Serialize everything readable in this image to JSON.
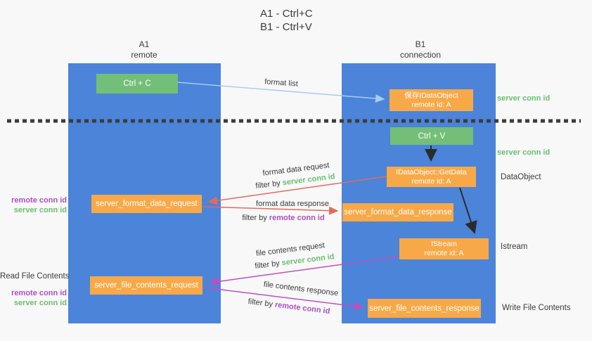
{
  "title": {
    "line1": "A1 - Ctrl+C",
    "line2": "B1 - Ctrl+V"
  },
  "lifelines": {
    "left": {
      "id": "A1",
      "label": "remote"
    },
    "right": {
      "id": "B1",
      "label": "connection"
    }
  },
  "nodes": {
    "ctrl_c": {
      "label": "Ctrl + C"
    },
    "ctrl_v": {
      "label": "Ctrl + V"
    },
    "save_dataobject": {
      "line1": "保存IDataObject",
      "line2": "remote id: A"
    },
    "getdata": {
      "line1": "IDataObject::GetData",
      "line2": "remote id: A"
    },
    "istream": {
      "line1": "IStream",
      "line2": "remote id: A"
    },
    "server_format_data_request": {
      "label": "server_format_data_request"
    },
    "server_format_data_response": {
      "label": "server_format_data_response"
    },
    "server_file_contents_request": {
      "label": "server_file_contents_request"
    },
    "server_file_contents_response": {
      "label": "server_file_contents_response"
    }
  },
  "flow_labels": {
    "format_list": "format list",
    "format_data_request": "format data request",
    "format_data_request_filter": {
      "prefix": "filter by ",
      "highlight": "server conn id"
    },
    "format_data_response": "format data response",
    "format_data_response_filter": {
      "prefix": "filter by ",
      "highlight": "remote conn id"
    },
    "file_contents_request": "file contents request",
    "file_contents_request_filter": {
      "prefix": "filter by ",
      "highlight": "server conn id"
    },
    "file_contents_response": "file contents response",
    "file_contents_response_filter": {
      "prefix": "filter by ",
      "highlight": "remote conn id"
    }
  },
  "side_labels": {
    "right_server_conn_id_top": "server conn id",
    "right_server_conn_id_mid": "server conn id",
    "dataobject": "DataObject",
    "istream": "Istream",
    "write_file_contents": "Write File Contents",
    "left_remote_conn_id_top": "remote conn id",
    "left_server_conn_id_top": "server conn id",
    "read_file_contents": "Read File Contents",
    "left_remote_conn_id_bottom": "remote conn id",
    "left_server_conn_id_bottom": "server conn id"
  },
  "colors": {
    "column_blue": "#4b84d9",
    "box_green": "#74bf77",
    "box_orange": "#f8a947",
    "label_green": "#6abf6e",
    "label_purple": "#ab4fc4",
    "arrow_red": "#e56a5d",
    "arrow_magenta": "#bf4fbf",
    "arrow_lightblue": "#a6cdec",
    "arrow_black": "#2b2b2b",
    "text_dark": "#3b3b3b"
  }
}
